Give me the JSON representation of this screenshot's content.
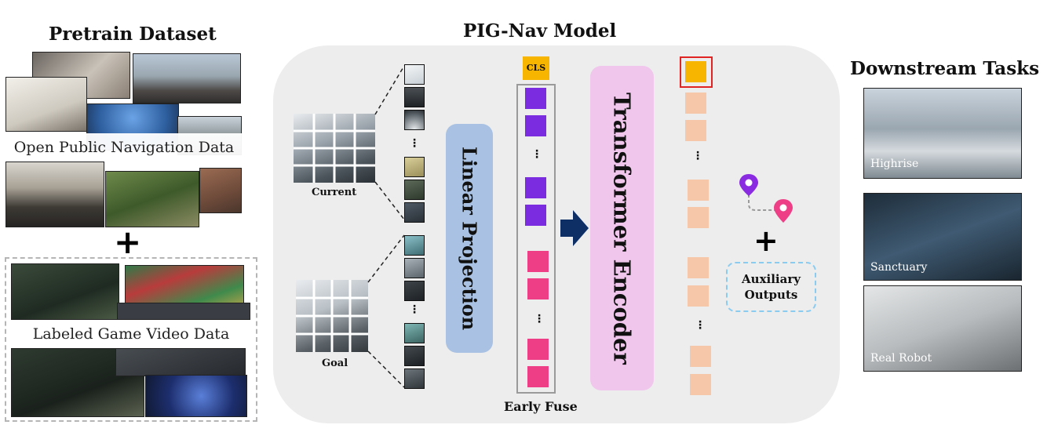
{
  "left": {
    "title": "Pretrain Dataset",
    "open_data_label": "Open Public Navigation Data",
    "game_data_label": "Labeled Game Video Data"
  },
  "center": {
    "title": "PIG-Nav Model",
    "current_label": "Current",
    "goal_label": "Goal",
    "cls_label": "CLS",
    "linear_projection_label": "Linear Projection",
    "transformer_encoder_label": "Transformer Encoder",
    "early_fuse_label": "Early Fuse",
    "auxiliary_outputs_label": "Auxiliary Outputs",
    "ellipsis": "⋮"
  },
  "right": {
    "title": "Downstream Tasks",
    "tasks": [
      "Highrise",
      "Sanctuary",
      "Real Robot"
    ]
  },
  "colors": {
    "panel": "#ededed",
    "purple_token": "#7b2be0",
    "pink_token": "#ee3f86",
    "cls_token": "#f7b500",
    "peach_token": "#f6c7a8",
    "linear_projection": "#a9c2e3",
    "transformer_encoder": "#f0c6ec",
    "arrow": "#0e2f66",
    "aux_border": "#8ccbf0",
    "marker_purple": "#8a2be2",
    "marker_pink": "#ee3f86"
  }
}
